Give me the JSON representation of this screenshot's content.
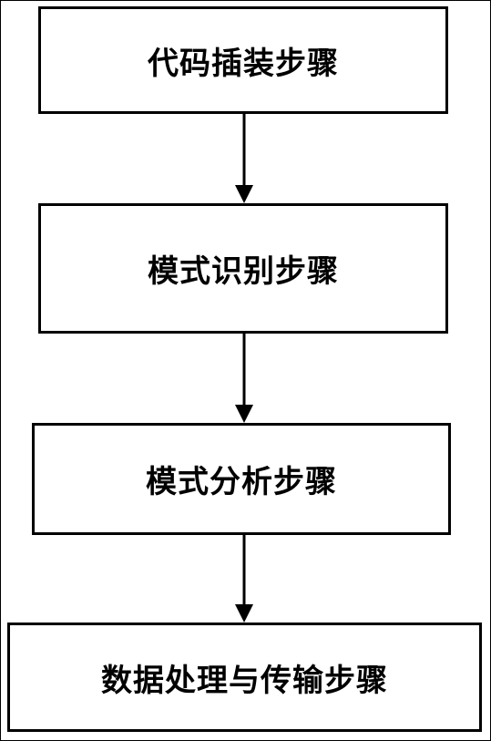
{
  "flowchart": {
    "steps": [
      {
        "label": "代码插装步骤"
      },
      {
        "label": "模式识别步骤"
      },
      {
        "label": "模式分析步骤"
      },
      {
        "label": "数据处理与传输步骤"
      }
    ],
    "connector_color": "#000000",
    "box_border_color": "#000000"
  }
}
